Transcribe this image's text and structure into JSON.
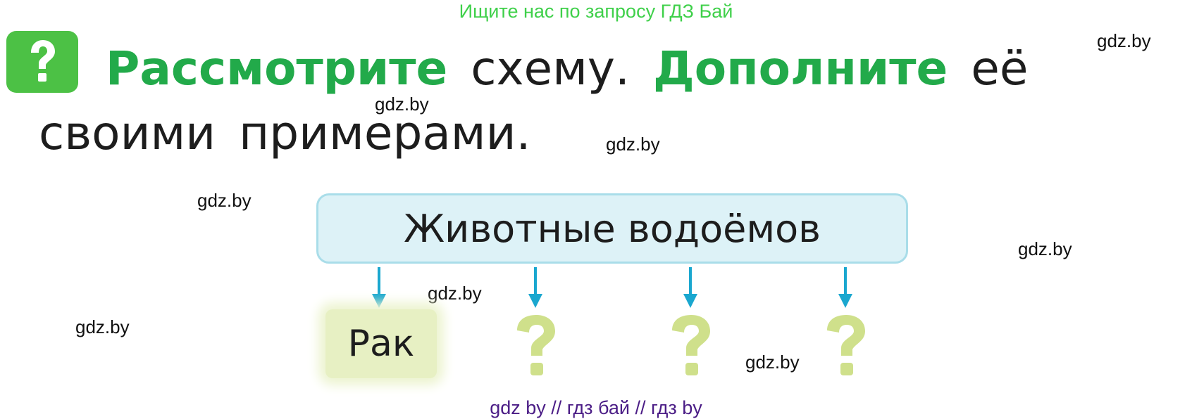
{
  "header": {
    "note": "Ищите нас по запросу ГДЗ Бай"
  },
  "task": {
    "icon": "question-mark-icon",
    "verb1": "Рассмотрите",
    "text1": "схему.",
    "verb2": "Дополните",
    "text2": "её своими примерами."
  },
  "diagram": {
    "root": "Животные водоёмов",
    "known_example": "Рак",
    "unknown_marker_icon": "question-mark-icon"
  },
  "watermarks": [
    "gdz.by",
    "gdz.by",
    "gdz.by",
    "gdz.by",
    "gdz.by",
    "gdz.by",
    "gdz.by",
    "gdz.by"
  ],
  "footer": {
    "text": "gdz by  //  гдз бай  //  гдз by"
  },
  "colors": {
    "header_green": "#3fd04a",
    "icon_green": "#4cc145",
    "heading_green": "#22aa4a",
    "box_fill": "#ddf2f7",
    "box_border": "#a9dde9",
    "arrow_blue": "#1aa7cf",
    "unknown_marker": "#cfe08b",
    "known_fill": "#e7f0c3",
    "footer_purple": "#4b1d86"
  }
}
